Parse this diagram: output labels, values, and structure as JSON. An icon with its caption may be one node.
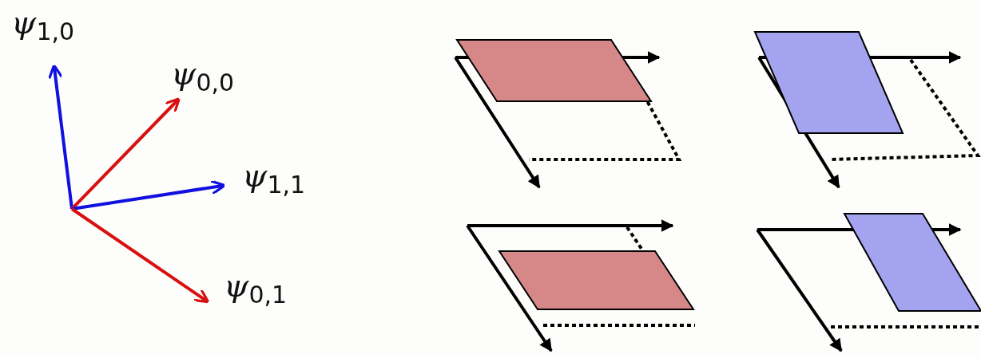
{
  "diagram": {
    "labels": [
      "ψ$_{1,0}$",
      "ψ$_{0,0}$",
      "ψ$_{1,1}$",
      "ψ$_{0,1}$"
    ]
  }
}
